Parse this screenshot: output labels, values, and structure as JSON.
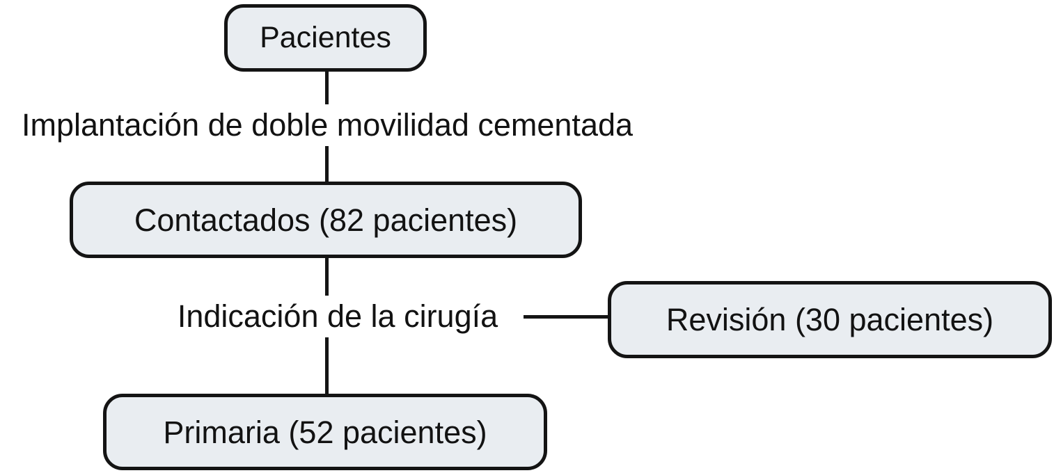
{
  "diagram": {
    "type": "flowchart",
    "language": "es",
    "nodes": [
      {
        "id": "pacientes",
        "label": "Pacientes"
      },
      {
        "id": "contactados",
        "label": "Contactados (82 pacientes)",
        "count": 82
      },
      {
        "id": "revision",
        "label": "Revisión (30 pacientes)",
        "count": 30
      },
      {
        "id": "primaria",
        "label": "Primaria (52 pacientes)",
        "count": 52
      }
    ],
    "edge_labels": [
      {
        "id": "implantacion",
        "label": "Implantación de doble movilidad cementada"
      },
      {
        "id": "indicacion",
        "label": "Indicación de la cirugía"
      }
    ],
    "edges": [
      {
        "from": "pacientes",
        "to": "contactados",
        "label": "Implantación de doble movilidad cementada"
      },
      {
        "from": "contactados",
        "to": "primaria",
        "label": "Indicación de la cirugía"
      },
      {
        "from": "indicacion",
        "to": "revision",
        "label": ""
      }
    ],
    "colors": {
      "node_fill": "#e9edf1",
      "node_border": "#141414",
      "connector": "#141414",
      "text": "#121212",
      "background": "#ffffff"
    }
  }
}
